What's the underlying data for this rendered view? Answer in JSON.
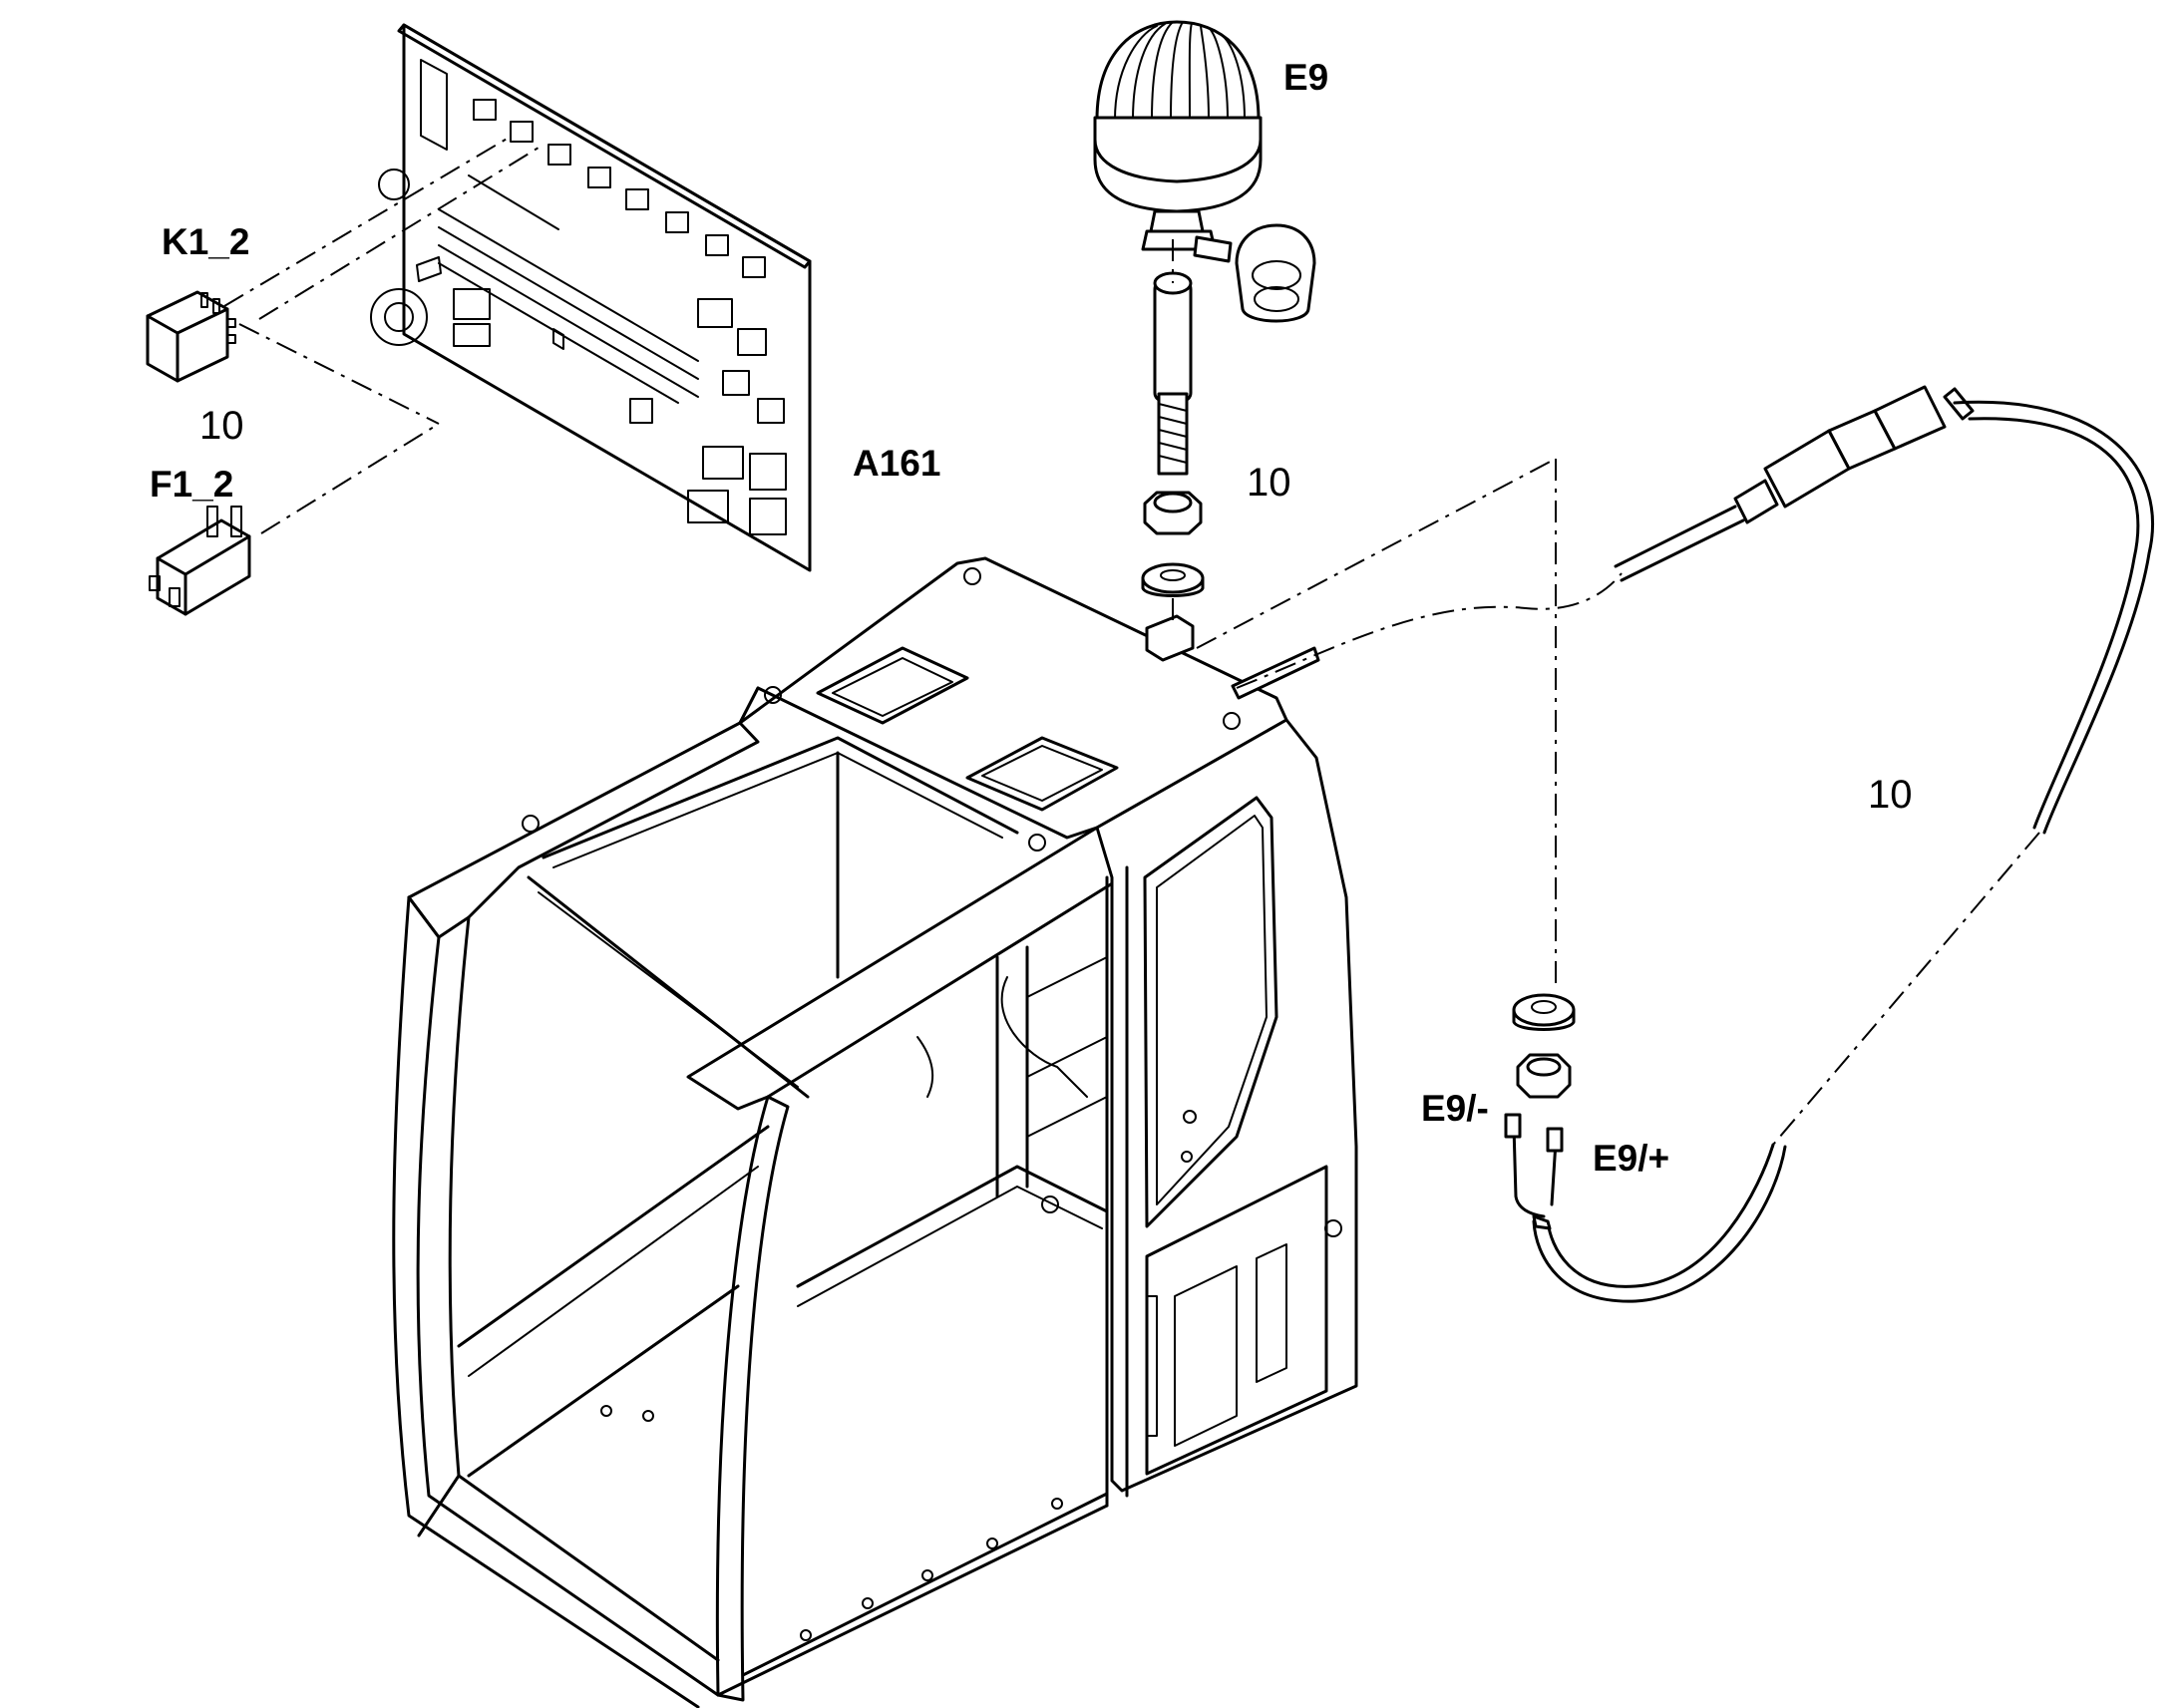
{
  "labels": {
    "e9": "E9",
    "k1_2": "K1_2",
    "f1_2": "F1_2",
    "a161": "A161",
    "e9_minus": "E9/-",
    "e9_plus": "E9/+",
    "qty_relay": "10",
    "qty_beacon": "10",
    "qty_cable": "10"
  }
}
